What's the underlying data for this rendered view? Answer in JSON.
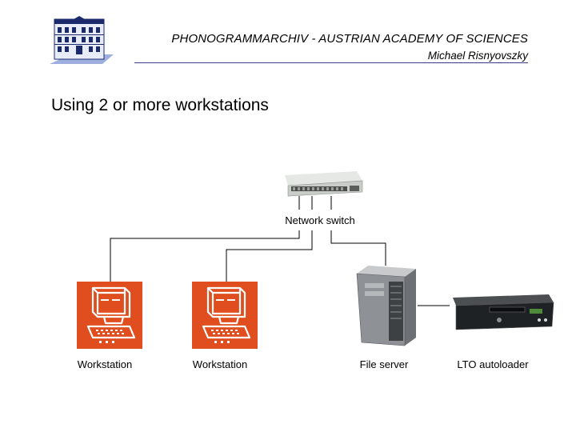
{
  "header": {
    "title": "PHONOGRAMMARCHIV - AUSTRIAN ACADEMY OF SCIENCES",
    "author": "Michael Risnyovszky"
  },
  "slide": {
    "title": "Using 2 or more workstations"
  },
  "diagram": {
    "nodes": [
      {
        "id": "switch",
        "label": "Network switch",
        "icon": "network-switch-icon"
      },
      {
        "id": "ws1",
        "label": "Workstation",
        "icon": "workstation-icon"
      },
      {
        "id": "ws2",
        "label": "Workstation",
        "icon": "workstation-icon"
      },
      {
        "id": "server",
        "label": "File server",
        "icon": "file-server-icon"
      },
      {
        "id": "lto",
        "label": "LTO autoloader",
        "icon": "tape-autoloader-icon"
      }
    ],
    "edges": [
      {
        "from": "switch",
        "to": "ws1"
      },
      {
        "from": "switch",
        "to": "ws2"
      },
      {
        "from": "switch",
        "to": "server"
      },
      {
        "from": "server",
        "to": "lto"
      }
    ],
    "colors": {
      "workstation_bg": "#e04e1f",
      "line": "#000000",
      "header_rule": "#3a3a8a"
    }
  }
}
